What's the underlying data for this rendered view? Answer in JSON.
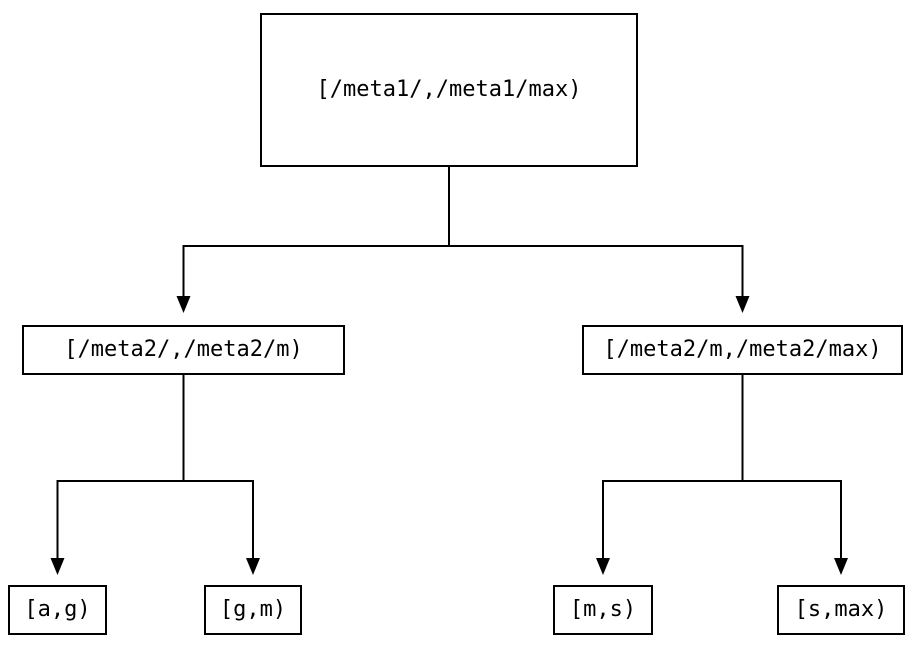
{
  "diagram": {
    "type": "binary-tree",
    "nodes": {
      "root": {
        "label": "[/meta1/,/meta1/max)"
      },
      "l2l": {
        "label": "[/meta2/,/meta2/m)"
      },
      "l2r": {
        "label": "[/meta2/m,/meta2/max)"
      },
      "leaf1": {
        "label": "[a,g)"
      },
      "leaf2": {
        "label": "[g,m)"
      },
      "leaf3": {
        "label": "[m,s)"
      },
      "leaf4": {
        "label": "[s,max)"
      }
    },
    "edges": [
      {
        "from": "root",
        "to": "l2l"
      },
      {
        "from": "root",
        "to": "l2r"
      },
      {
        "from": "l2l",
        "to": "leaf1"
      },
      {
        "from": "l2l",
        "to": "leaf2"
      },
      {
        "from": "l2r",
        "to": "leaf3"
      },
      {
        "from": "l2r",
        "to": "leaf4"
      }
    ],
    "colors": {
      "background": "#ffffff",
      "node_fill": "#ffffff",
      "node_border": "#000000",
      "line": "#000000",
      "text": "#000000"
    }
  }
}
